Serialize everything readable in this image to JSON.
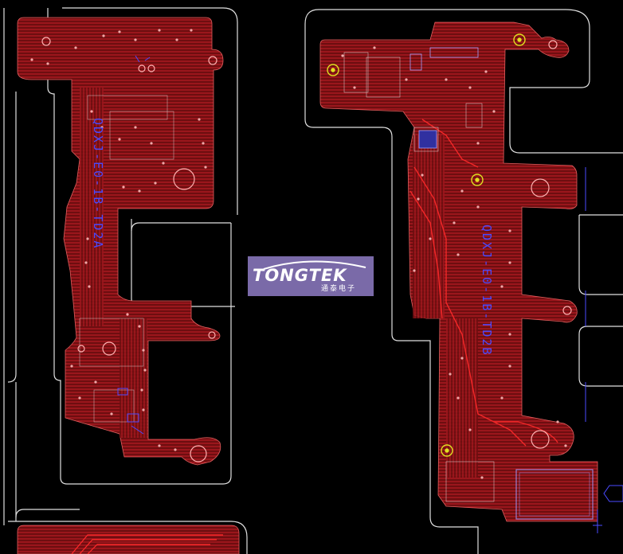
{
  "logo": {
    "brand": "TONGTEK",
    "subtitle": "通泰电子"
  },
  "silkscreen": {
    "left_board_text": "QDXJ-E0-1B-TD2A",
    "right_board_text": "QDXJ-E0-1B-TD2B"
  },
  "colors": {
    "background": "#000000",
    "board_fill": "#7a1010",
    "trace": "#d0202a",
    "outline": "#e8e8e8",
    "silk": "#4a4aff",
    "fiducial": "#e0e020",
    "via": "#f0a0a0"
  }
}
